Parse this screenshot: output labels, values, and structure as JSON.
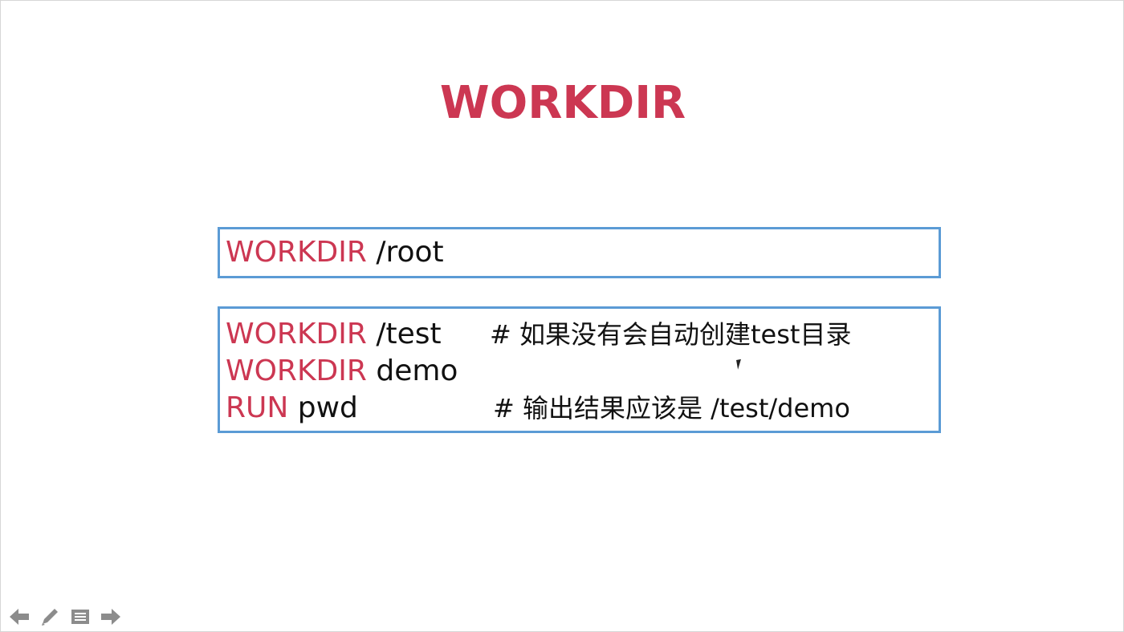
{
  "slide": {
    "title": "WORKDIR",
    "box1": {
      "line1": {
        "keyword": "WORKDIR",
        "argument": " /root"
      }
    },
    "box2": {
      "line1": {
        "keyword": "WORKDIR",
        "argument": " /test",
        "comment": "# 如果没有会自动创建test目录"
      },
      "line2": {
        "keyword": "WORKDIR",
        "argument": " demo"
      },
      "line3": {
        "keyword": "RUN",
        "argument": " pwd",
        "comment": "# 输出结果应该是 /test/demo"
      }
    }
  },
  "colors": {
    "accent_red": "#cc3752",
    "box_border_blue": "#5b9bd5",
    "control_gray": "#8c8c8c"
  },
  "controls": {
    "prev_icon": "arrow-left-icon",
    "pen_icon": "pen-icon",
    "menu_icon": "slide-menu-icon",
    "next_icon": "arrow-right-icon"
  }
}
